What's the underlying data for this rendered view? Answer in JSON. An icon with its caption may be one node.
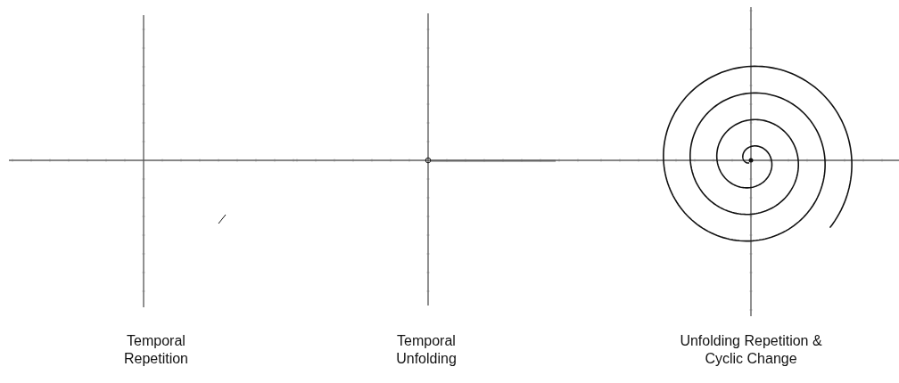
{
  "diagram": {
    "labels": [
      "Temporal Repetition",
      "Temporal Unfolding",
      "Unfolding Repetition & Cyclic Change"
    ]
  }
}
